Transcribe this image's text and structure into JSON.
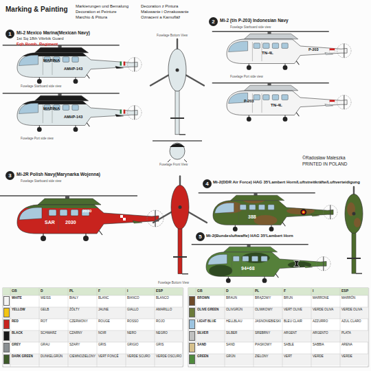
{
  "diagram": {
    "nodes": [
      {
        "text": [
          "1"
        ]
      },
      {
        "text": [
          "2"
        ]
      },
      {
        "text": [
          "3"
        ]
      },
      {
        "text": [
          "4"
        ]
      },
      {
        "text": [
          "5"
        ]
      }
    ],
    "labels": [
      "Marking & Painting",
      "Markierungen und Bemalung",
      "Decoration et Peinture",
      "Marchio & Pittura",
      "Decoration z Pintura",
      "Malowanie i Oznakowanie",
      "Oznacení a Kamufláž",
      "Mi-2 Mexico Marina(Mexican Navy)",
      "1st Sq 18th Vibrbik Guard",
      "Fqh Bomb. Regiment",
      "MARINA",
      "AMHP-143",
      "MARINA",
      "AMHP-143",
      "Fuselage Starboard side view",
      "Fuselage Port side view",
      "Fuselage Bottom View",
      "Fuselage Front View",
      "Mi-2 (t/n P-203) Indonesian Navy",
      "P-203",
      "TN-4L",
      "P-203",
      "TN-4L",
      "Fuselage Starboard side view",
      "Fuselage Port side view",
      "©Radosław Maleszka",
      "PRINTED IN POLAND",
      "Mi-2R Polish Navy(Marynarka Wojenna)",
      "2030",
      "SAR",
      "2030",
      "Fuselage Starboard side view",
      "Fuselage Bottom View",
      "Mi-2(DDR Air Force) HAG 35'Lambert Horn/Luftstreitkräfte/Luftverteidigung",
      "388",
      "Mi-2(Bundesluftwaffe) HAG 35'Lambert Horn",
      "94+68",
      "GB",
      "D",
      "PL",
      "F",
      "I",
      "ESP",
      "GB",
      "D",
      "PL",
      "F",
      "I",
      "ESP",
      "WEISS",
      "BIAŁY",
      "BLANC",
      "BIANCO",
      "BLANCO",
      "GELB",
      "ŻÓŁTY",
      "JAUNE",
      "GIALLO",
      "AMARILLO",
      "ROT",
      "CZERWONY",
      "ROUGE",
      "ROSSO",
      "ROJO",
      "SCHWARZ",
      "CZARNY",
      "NOIR",
      "NERO",
      "NEGRO",
      "GRAU",
      "SZARY",
      "GRIS",
      "GRIGIO",
      "GRIS",
      "DUNKELGRÜN",
      "CIEMNOZIELONY",
      "VERT FONCÉ",
      "VERDE SCURO",
      "VERDE OSCURO",
      "BRAUN",
      "BRĄZOWY",
      "BRUN",
      "MARRONE",
      "MARRÓN",
      "OLIVGRÜN",
      "OLIWKOWY",
      "VERT OLIVE",
      "VERDE OLIVA",
      "VERDE OLIVA",
      "HELLBLAU",
      "JASNONIEBIESKI",
      "BLEU CLAIR",
      "AZZURRO",
      "AZUL CLARO",
      "SILBER",
      "SREBRNY",
      "ARGENT",
      "ARGENTO",
      "PLATA",
      "SAND",
      "PIASKOWY",
      "SABLE",
      "SABBIA",
      "ARENA",
      "GRÜN",
      "ZIELONY",
      "VERT",
      "VERDE",
      "VERDE"
    ],
    "legend": [
      {
        "text": "WHITE",
        "color": "#f4f4f4"
      },
      {
        "text": "YELLOW",
        "color": "#f2c514"
      },
      {
        "text": "RED",
        "color": "#c8231e"
      },
      {
        "text": "BLACK",
        "color": "#1a1a1a"
      },
      {
        "text": "GREY",
        "color": "#8a8f93"
      },
      {
        "text": "DARK GREEN",
        "color": "#3e5a2a"
      },
      {
        "text": "BROWN",
        "color": "#6e4b2a"
      },
      {
        "text": "OLIVE GREEN",
        "color": "#6b7a3a"
      },
      {
        "text": "LIGHT BLUE",
        "color": "#9cc3df"
      },
      {
        "text": "SILVER",
        "color": "#c0c0c0"
      },
      {
        "text": "SAND",
        "color": "#d6c08c"
      },
      {
        "text": "GREEN",
        "color": "#4f8a3c"
      }
    ]
  }
}
